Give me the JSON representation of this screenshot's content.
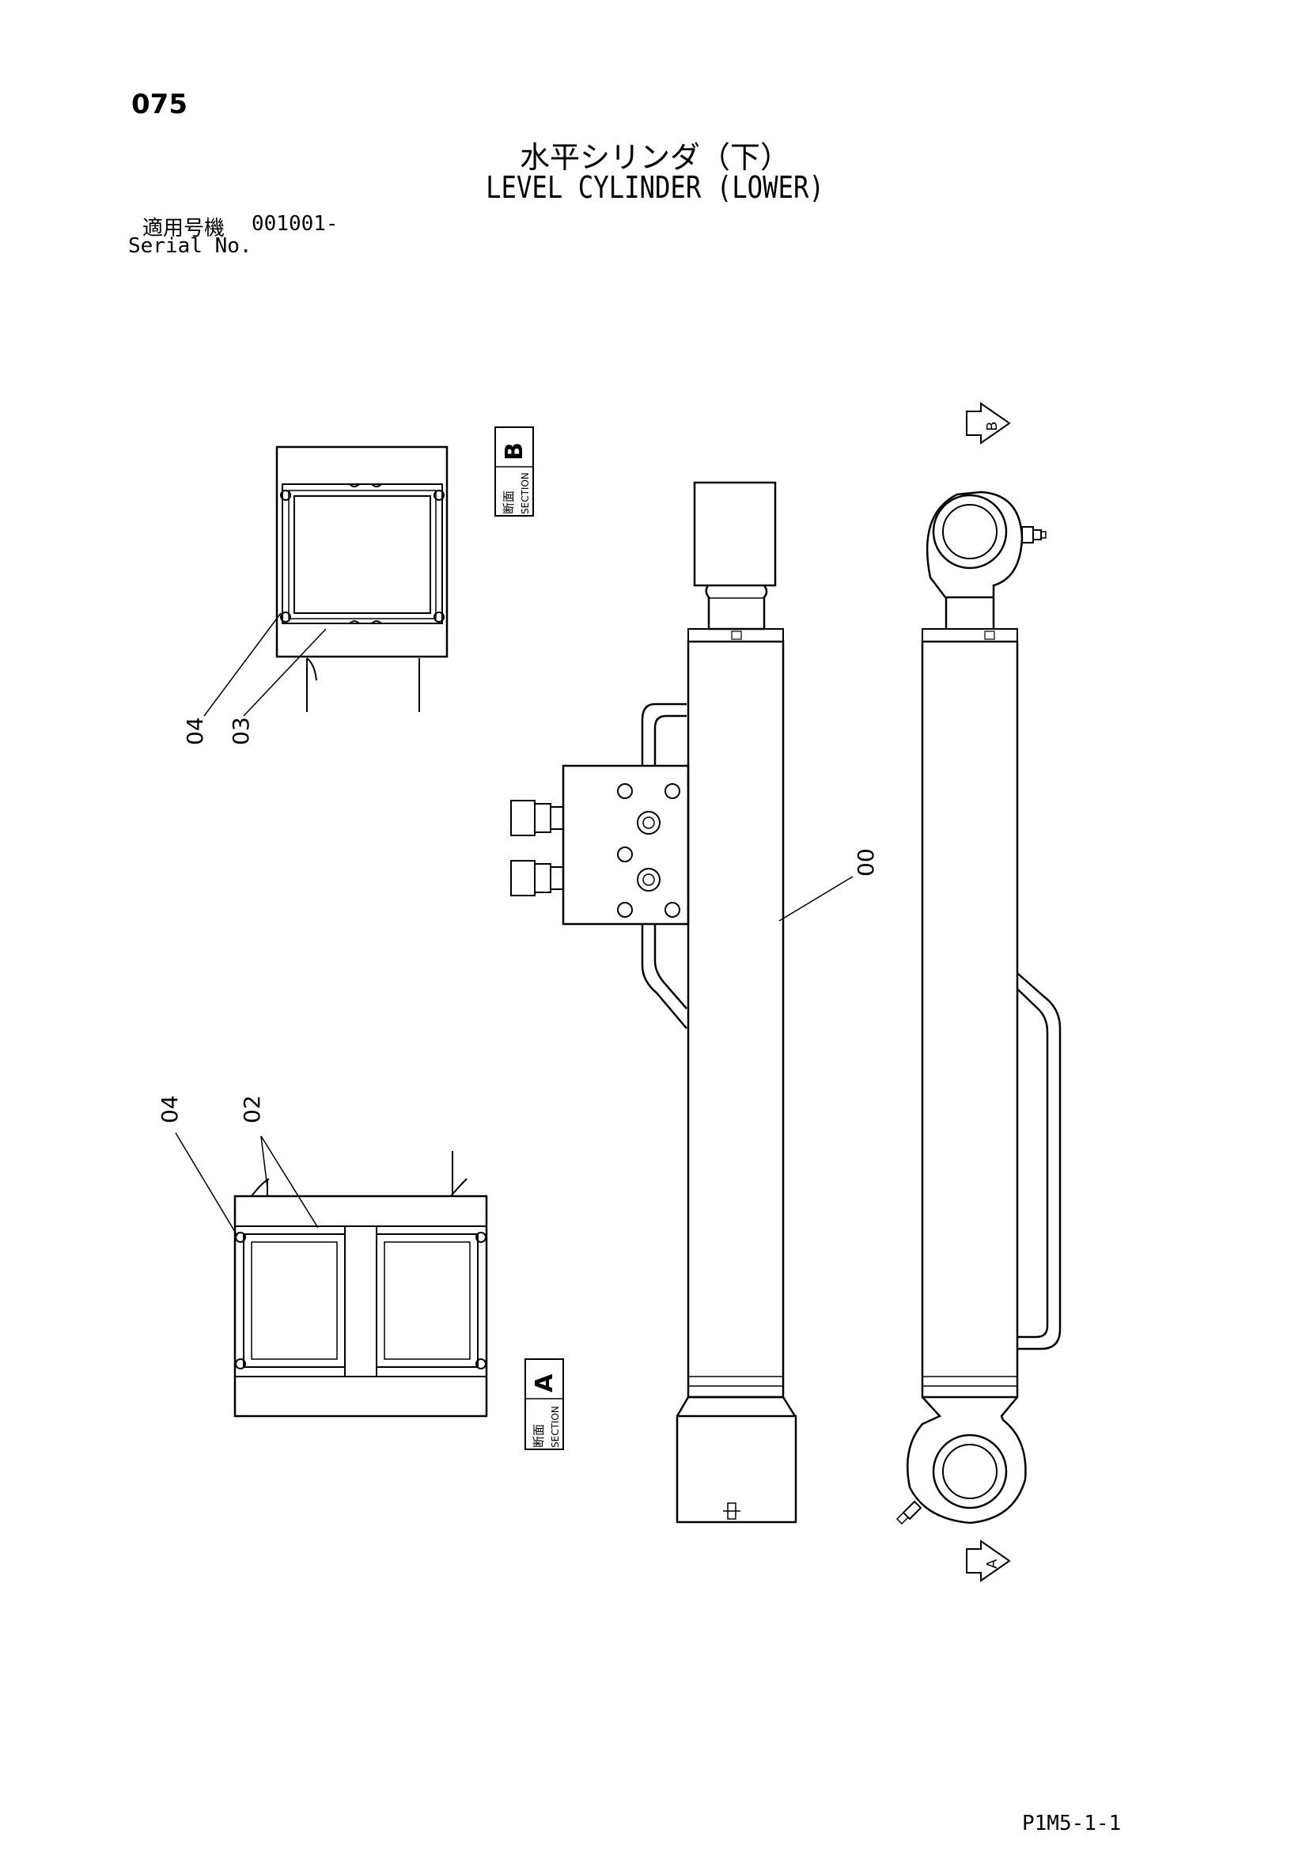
{
  "header": {
    "page_number": "075",
    "title_jp": "水平シリンダ（下）",
    "title_en": "LEVEL CYLINDER (LOWER)",
    "serial_label_jp": "適用号機",
    "serial_value": "001001-",
    "serial_label_en": "Serial No."
  },
  "sections": {
    "b": {
      "letter": "B",
      "jp": "断面",
      "en": "SECTION"
    },
    "a": {
      "letter": "A",
      "jp": "断面",
      "en": "SECTION"
    }
  },
  "callouts": {
    "section_b_04": "04",
    "section_b_03": "03",
    "cylinder_00": "00",
    "section_a_04": "04",
    "section_a_02": "02"
  },
  "view_markers": {
    "top": "B",
    "bottom": "A"
  },
  "footer": {
    "code": "P1M5-1-1"
  }
}
